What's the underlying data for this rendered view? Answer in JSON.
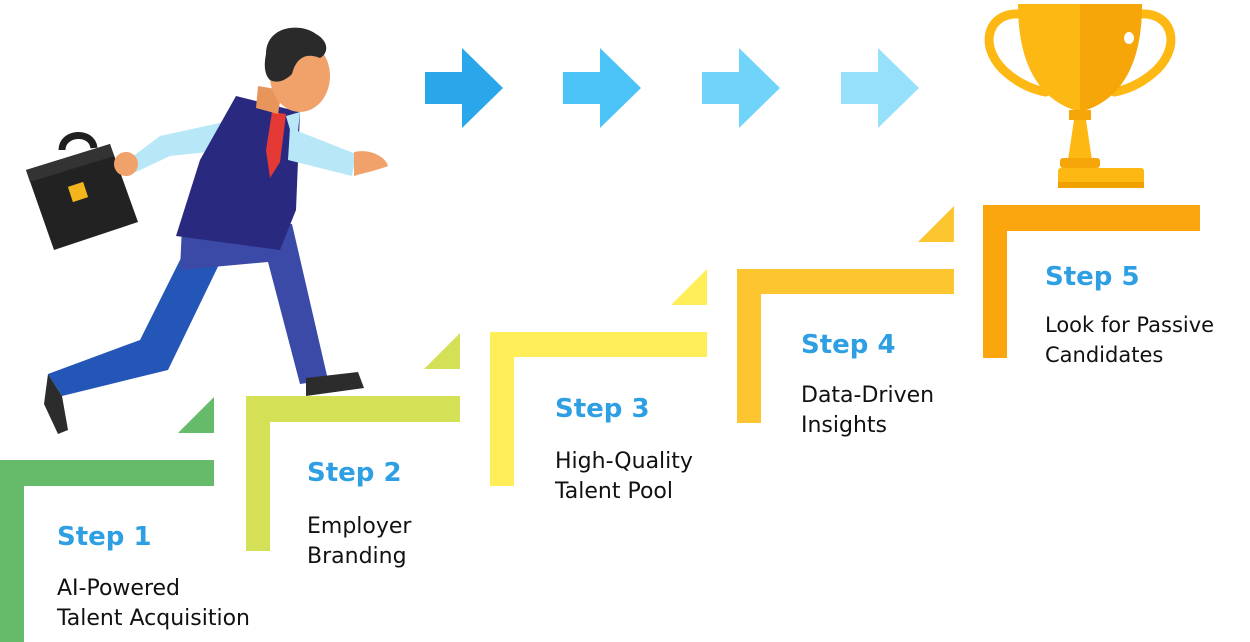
{
  "steps": [
    {
      "title": "Step 1",
      "lines": [
        "AI-Powered",
        "Talent Acquisition"
      ],
      "color": "#66bb6a"
    },
    {
      "title": "Step 2",
      "lines": [
        "Employer",
        "Branding"
      ],
      "color": "#d4e157"
    },
    {
      "title": "Step 3",
      "lines": [
        "High-Quality",
        "Talent Pool"
      ],
      "color": "#ffee58"
    },
    {
      "title": "Step 4",
      "lines": [
        "Data-Driven",
        "Insights"
      ],
      "color": "#fdc52f"
    },
    {
      "title": "Step 5",
      "lines": [
        "Look for Passive",
        "Candidates"
      ],
      "color": "#fca60f"
    }
  ],
  "colors": {
    "step_title": "#2f9fe3",
    "arrows": [
      "#2aa7ea",
      "#4cc3f6",
      "#6fd3fa",
      "#97e0fb"
    ],
    "trophy": "#fdb813",
    "suit_vest": "#2a2980",
    "shirt": "#b8e8f8",
    "trousers": "#3a4aa6"
  },
  "icons": {
    "figure": "businessman-climbing-icon",
    "briefcase": "briefcase-icon",
    "arrows": "arrow-right-icon",
    "goal": "trophy-icon"
  }
}
